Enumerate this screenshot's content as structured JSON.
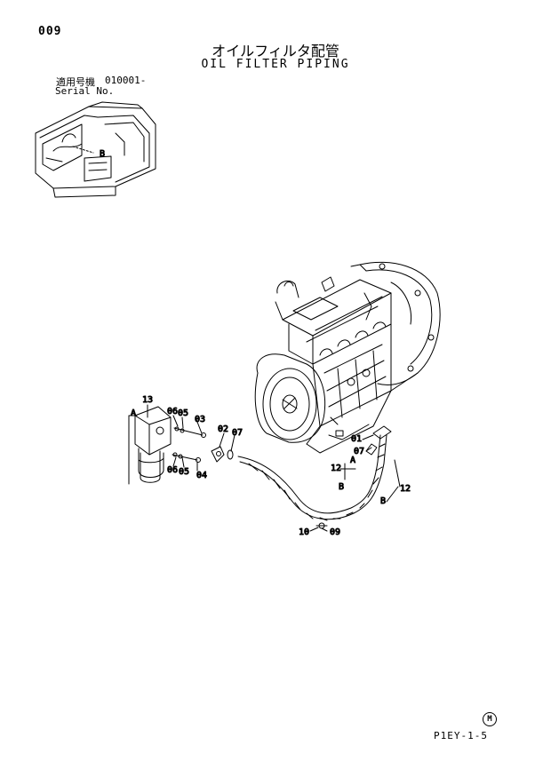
{
  "page_number": "009",
  "title_jp": "オイルフィルタ配管",
  "title_en": "OIL FILTER PIPING",
  "applicable_label_jp": "適用号機",
  "serial_range": "010001-",
  "serial_label_en": "Serial No.",
  "footer_code": "P1EY-1-5",
  "mark_symbol": "M",
  "inset_label": "B",
  "callouts": {
    "c13": "13",
    "A_left": "A",
    "c06a": "06",
    "c05a": "05",
    "c03": "03",
    "c02": "02",
    "c07a": "07",
    "c06b": "06",
    "c05b": "05",
    "c04": "04",
    "c01": "01",
    "c07b": "07",
    "c12a": "12",
    "A_right": "A",
    "B_left": "B",
    "B_right": "B",
    "c12b": "12",
    "c10": "10",
    "c09": "09"
  }
}
